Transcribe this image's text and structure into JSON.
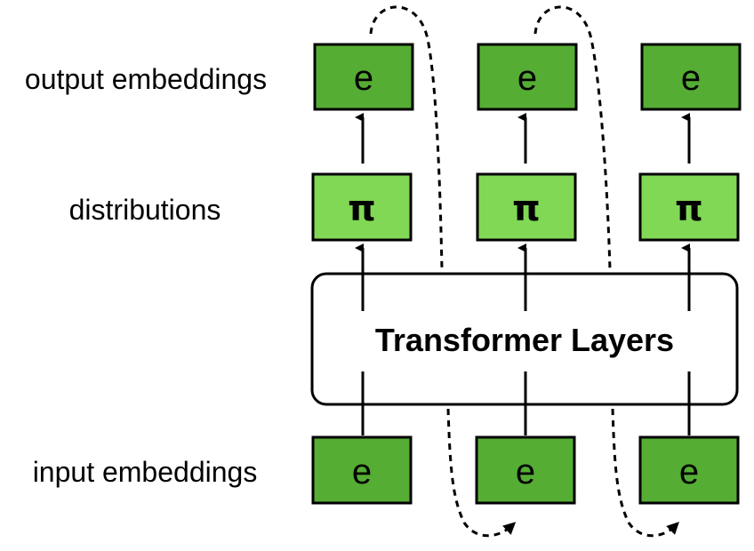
{
  "diagram": {
    "row_labels": {
      "output": "output embeddings",
      "distributions": "distributions",
      "input": "input embeddings"
    },
    "transformer_label": "Transformer Layers",
    "columns": [
      {
        "output_symbol": "e",
        "dist_symbol": "π",
        "input_symbol": "e"
      },
      {
        "output_symbol": "e",
        "dist_symbol": "π",
        "input_symbol": "e"
      },
      {
        "output_symbol": "e",
        "dist_symbol": "π",
        "input_symbol": "e"
      }
    ],
    "colors": {
      "embedding_fill": "#55AD34",
      "distribution_fill": "#80D855",
      "stroke": "#000000"
    },
    "feedback_connections": [
      {
        "from": "output-embedding-1",
        "to": "input-embedding-2"
      },
      {
        "from": "output-embedding-2",
        "to": "input-embedding-3"
      }
    ]
  }
}
